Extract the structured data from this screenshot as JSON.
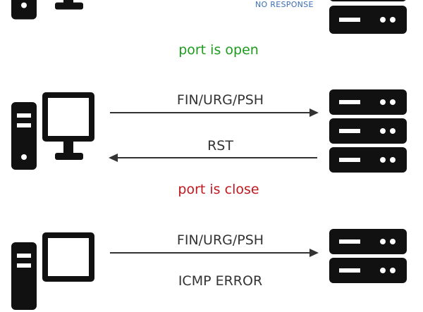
{
  "section_top": {
    "response_label": "NO RESPONSE",
    "status": "port is open",
    "status_color": "#1e9b1e"
  },
  "section_middle": {
    "request_label": "FIN/URG/PSH",
    "response_label": "RST",
    "status": "port is close",
    "status_color": "#c0181e"
  },
  "section_bottom": {
    "request_label": "FIN/URG/PSH",
    "response_label": "ICMP ERROR"
  },
  "icons": {
    "client": "desktop-computer-icon",
    "server": "server-rack-icon"
  }
}
